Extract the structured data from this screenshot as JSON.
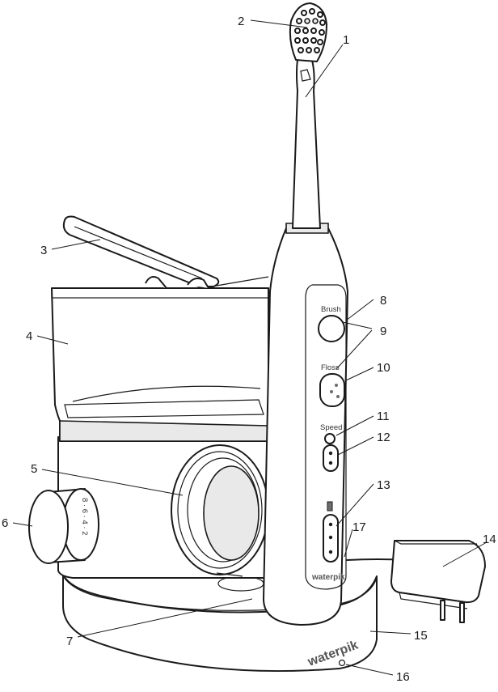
{
  "labels": {
    "brush": "Brush",
    "floss": "Floss",
    "speed": "Speed",
    "handle_logo": "waterpik",
    "base_logo": "waterpik",
    "dial_marks": "8 · 6 · 4 · 2"
  },
  "callouts": [
    "1",
    "2",
    "3",
    "4",
    "5",
    "6",
    "7",
    "8",
    "9",
    "10",
    "11",
    "12",
    "13",
    "14",
    "15",
    "16",
    "17"
  ],
  "colors": {
    "line": "#1a1a1a",
    "shade": "#e9e9e9",
    "accent": "#6d6d6d"
  }
}
